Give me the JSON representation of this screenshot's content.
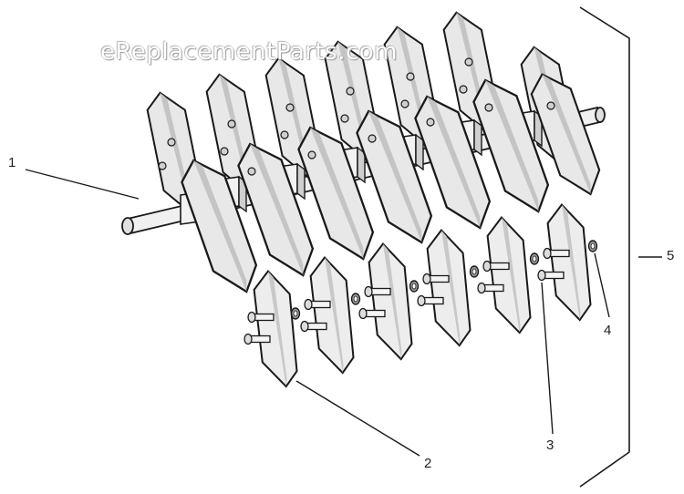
{
  "watermark": "eReplacementParts.com",
  "callouts": [
    {
      "id": "1",
      "label": "1"
    },
    {
      "id": "2",
      "label": "2"
    },
    {
      "id": "3",
      "label": "3"
    },
    {
      "id": "4",
      "label": "4"
    },
    {
      "id": "5",
      "label": "5"
    }
  ],
  "colors": {
    "background": "#ffffff",
    "line": "#1a1a1a",
    "plate_fill": "#e6e6e6",
    "plate_shade": "#bdbdbd"
  }
}
